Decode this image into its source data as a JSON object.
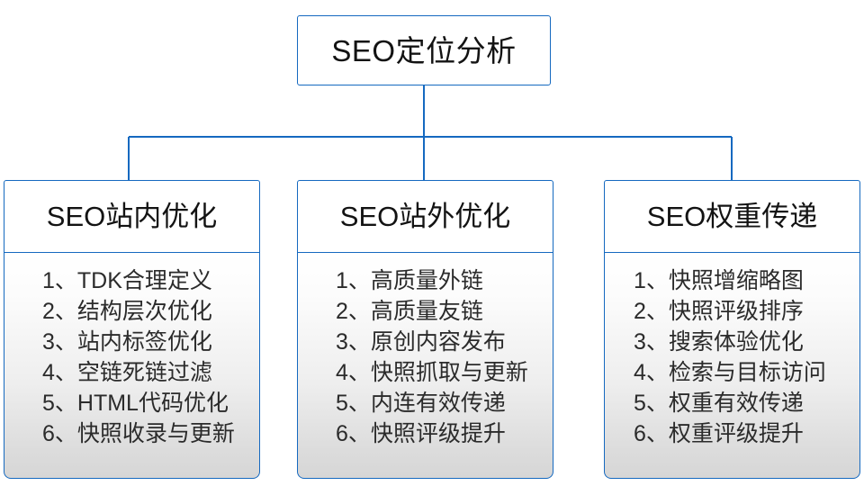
{
  "diagram": {
    "type": "organization-tree",
    "accent_color": "#1569c0",
    "text_color": "#131313",
    "body_text_color": "#2b2b2b",
    "background_color": "#ffffff",
    "root": {
      "title": "SEO定位分析"
    },
    "branches": [
      {
        "id": "on-page",
        "title": "SEO站内优化",
        "items": [
          "1、TDK合理定义",
          "2、结构层次优化",
          "3、站内标签优化",
          "4、空链死链过滤",
          "5、HTML代码优化",
          "6、快照收录与更新"
        ]
      },
      {
        "id": "off-page",
        "title": "SEO站外优化",
        "items": [
          "1、高质量外链",
          "2、高质量友链",
          "3、原创内容发布",
          "4、快照抓取与更新",
          "5、内连有效传递",
          "6、快照评级提升"
        ]
      },
      {
        "id": "weight-transfer",
        "title": "SEO权重传递",
        "items": [
          "1、快照增缩略图",
          "2、快照评级排序",
          "3、搜索体验优化",
          "4、检索与目标访问",
          "5、权重有效传递",
          "6、权重评级提升"
        ]
      }
    ]
  }
}
